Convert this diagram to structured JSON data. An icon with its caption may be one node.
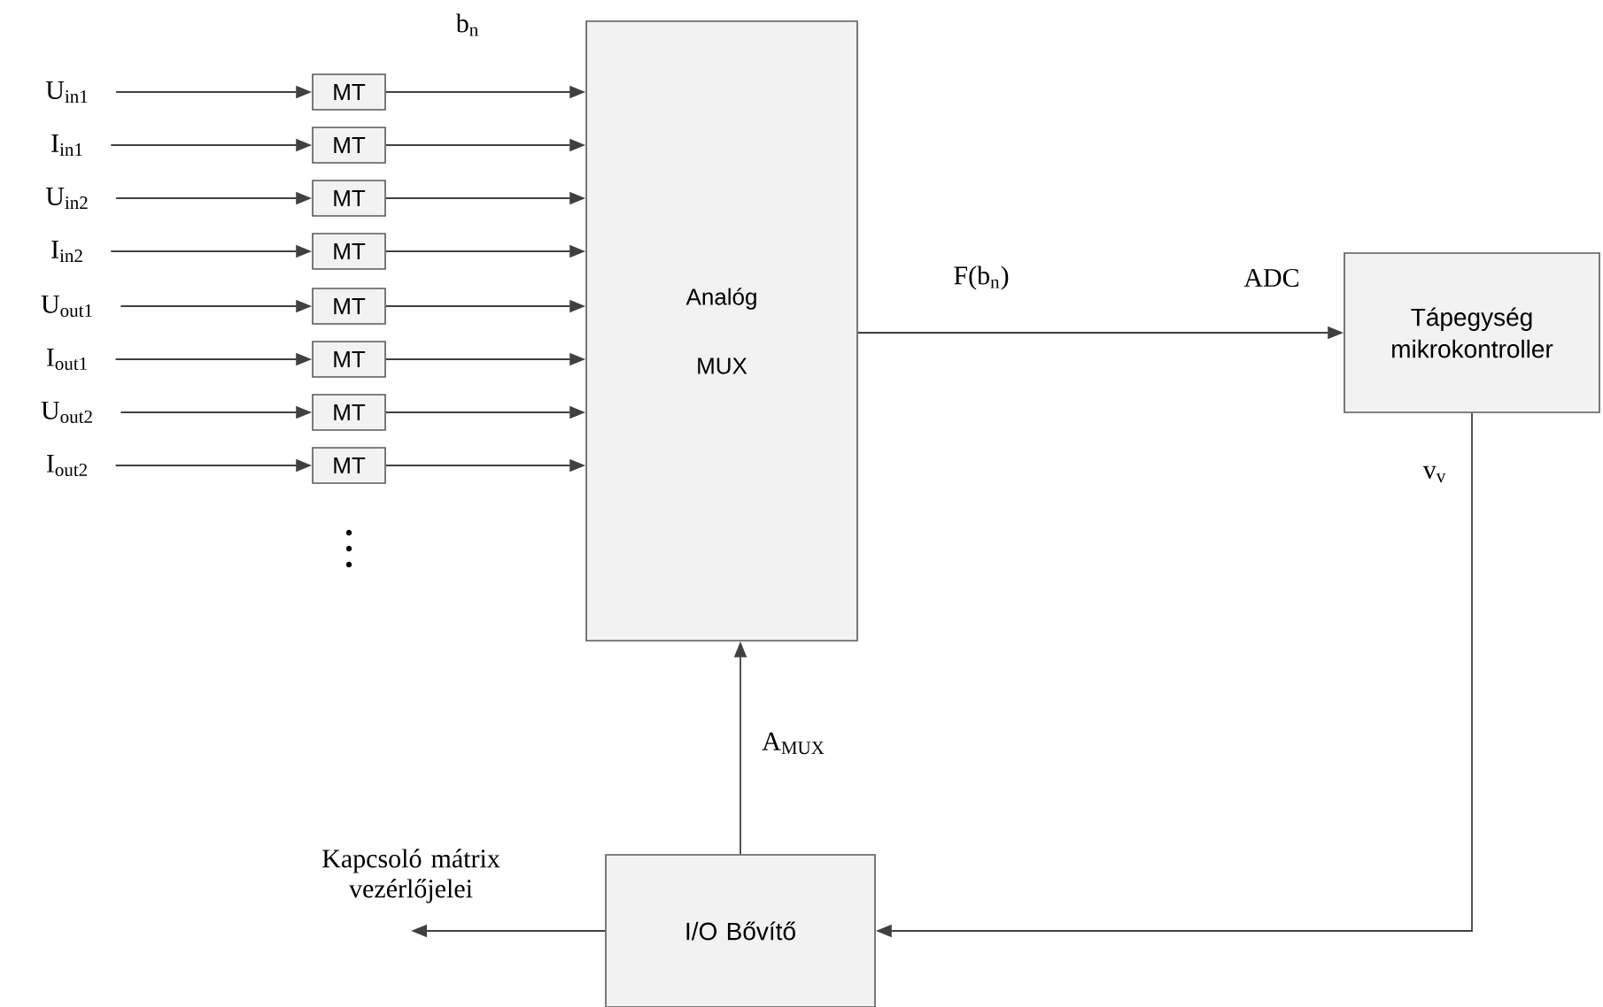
{
  "diagram": {
    "nodes": [
      {
        "text": [
          "U$_{in1}$"
        ]
      },
      {
        "text": [
          "I$_{in1}$"
        ]
      },
      {
        "text": [
          "U$_{in2}$"
        ]
      },
      {
        "text": [
          "I$_{in2}$"
        ]
      },
      {
        "text": [
          "U$_{out1}$"
        ]
      },
      {
        "text": [
          "I$_{out1}$"
        ]
      },
      {
        "text": [
          "U$_{out2}$"
        ]
      },
      {
        "text": [
          "I$_{out2}$"
        ]
      },
      {
        "text": [
          "MT"
        ]
      },
      {
        "text": [
          "MT"
        ]
      },
      {
        "text": [
          "MT"
        ]
      },
      {
        "text": [
          "MT"
        ]
      },
      {
        "text": [
          "MT"
        ]
      },
      {
        "text": [
          "MT"
        ]
      },
      {
        "text": [
          "MT"
        ]
      },
      {
        "text": [
          "MT"
        ]
      },
      {
        "text": [
          "Analóg MUX"
        ]
      },
      {
        "text": [
          "Tápegység mikrokontroller"
        ]
      },
      {
        "text": [
          "I/O Bővítő"
        ]
      },
      {
        "text": [
          "Kapcsoló mátrix vezérlőjelei"
        ]
      }
    ],
    "edges": [
      {
        "from": 0,
        "to": 8,
        "arrow": "to"
      },
      {
        "from": 1,
        "to": 9,
        "arrow": "to"
      },
      {
        "from": 2,
        "to": 10,
        "arrow": "to"
      },
      {
        "from": 3,
        "to": 11,
        "arrow": "to"
      },
      {
        "from": 4,
        "to": 12,
        "arrow": "to"
      },
      {
        "from": 5,
        "to": 13,
        "arrow": "to"
      },
      {
        "from": 6,
        "to": 14,
        "arrow": "to"
      },
      {
        "from": 7,
        "to": 15,
        "arrow": "to"
      },
      {
        "from": 8,
        "to": 16,
        "arrow": "to"
      },
      {
        "from": 9,
        "to": 16,
        "arrow": "to"
      },
      {
        "from": 10,
        "to": 16,
        "arrow": "to"
      },
      {
        "from": 11,
        "to": 16,
        "arrow": "to"
      },
      {
        "from": 12,
        "to": 16,
        "arrow": "to"
      },
      {
        "from": 13,
        "to": 16,
        "arrow": "to"
      },
      {
        "from": 14,
        "to": 16,
        "arrow": "to"
      },
      {
        "from": 15,
        "to": 16,
        "arrow": "to"
      },
      {
        "from": 16,
        "to": 17,
        "arrow": "to",
        "label": "F(b$_{n}$)"
      },
      {
        "from": 17,
        "to": 18,
        "arrow": "to",
        "label": "v$_{v}$"
      },
      {
        "from": 18,
        "to": 16,
        "arrow": "to",
        "label": "A$_{MUX}$"
      },
      {
        "from": 18,
        "to": 19,
        "arrow": "to"
      }
    ],
    "labels": [
      "b$_{n}$",
      "ADC"
    ]
  }
}
